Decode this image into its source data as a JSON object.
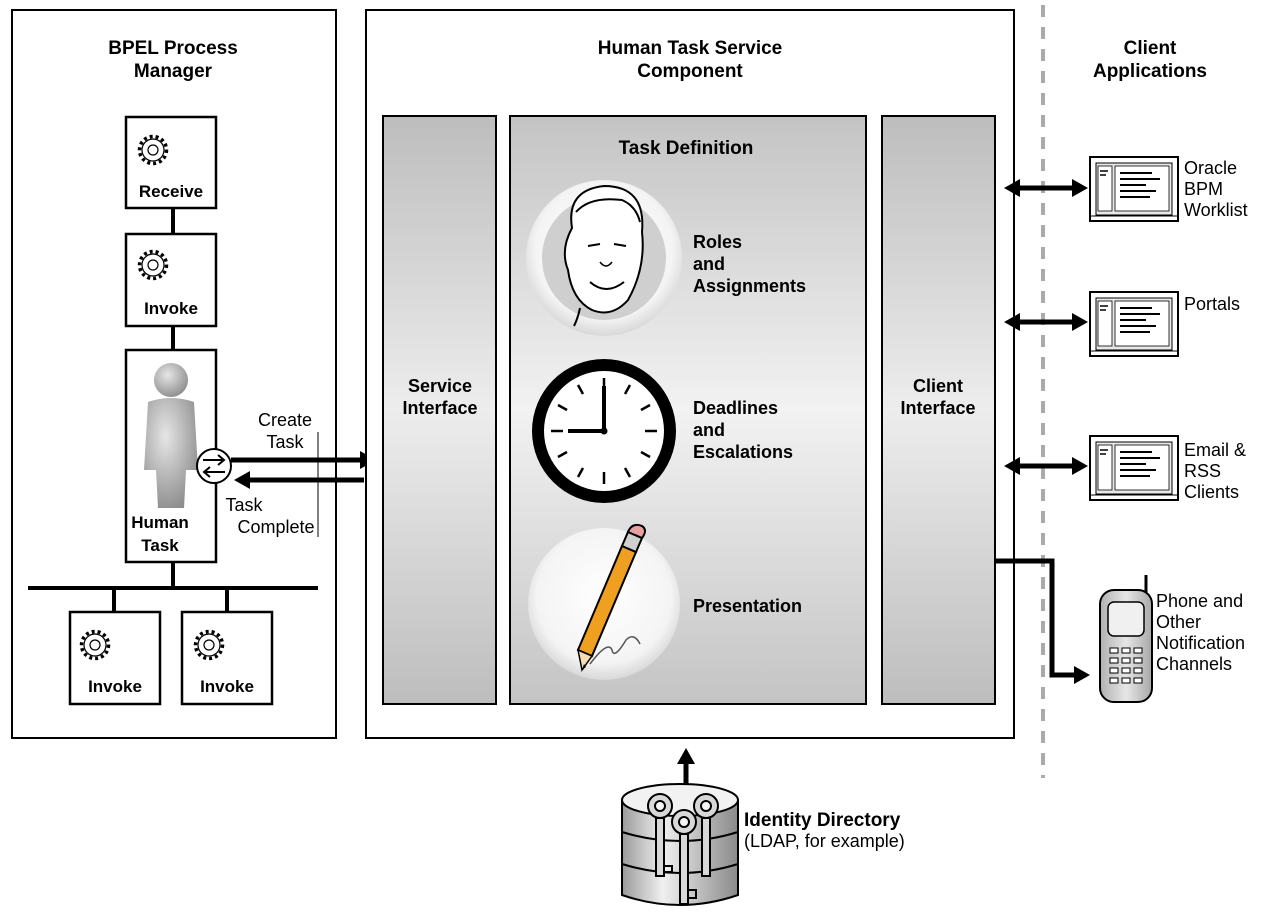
{
  "bpel": {
    "title_line1": "BPEL Process",
    "title_line2": "Manager",
    "receive": "Receive",
    "invoke_top": "Invoke",
    "human_task_line1": "Human",
    "human_task_line2": "Task",
    "invoke_left": "Invoke",
    "invoke_right": "Invoke",
    "create_task_line1": "Create",
    "create_task_line2": "Task",
    "task_complete_line1": "Task",
    "task_complete_line2": "Complete"
  },
  "hts": {
    "title_line1": "Human Task Service",
    "title_line2": "Component",
    "service_interface_line1": "Service",
    "service_interface_line2": "Interface",
    "task_definition": "Task Definition",
    "roles_line1": "Roles",
    "roles_line2": "and",
    "roles_line3": "Assignments",
    "deadlines_line1": "Deadlines",
    "deadlines_line2": "and",
    "deadlines_line3": "Escalations",
    "presentation": "Presentation",
    "client_interface_line1": "Client",
    "client_interface_line2": "Interface"
  },
  "clients": {
    "title_line1": "Client",
    "title_line2": "Applications",
    "worklist_line1": "Oracle",
    "worklist_line2": "BPM",
    "worklist_line3": "Worklist",
    "portals": "Portals",
    "email_line1": "Email &",
    "email_line2": "RSS",
    "email_line3": "Clients",
    "phone_line1": "Phone and",
    "phone_line2": "Other",
    "phone_line3": "Notification",
    "phone_line4": "Channels"
  },
  "identity": {
    "title": "Identity Directory",
    "subtitle": "(LDAP, for example)"
  },
  "colors": {
    "stroke": "#000000",
    "panel_gray": "#c8c8c8",
    "panel_light": "#f2f2f2",
    "dashed_divider": "#aaaaaa",
    "person_gray": "#9a9a9a",
    "pencil_orange": "#f0a020"
  },
  "icons": [
    "gear-icon",
    "person-icon",
    "exchange-icon",
    "face-icon",
    "clock-icon",
    "pencil-icon",
    "monitor-icon",
    "phone-icon",
    "database-icon",
    "keys-icon"
  ]
}
